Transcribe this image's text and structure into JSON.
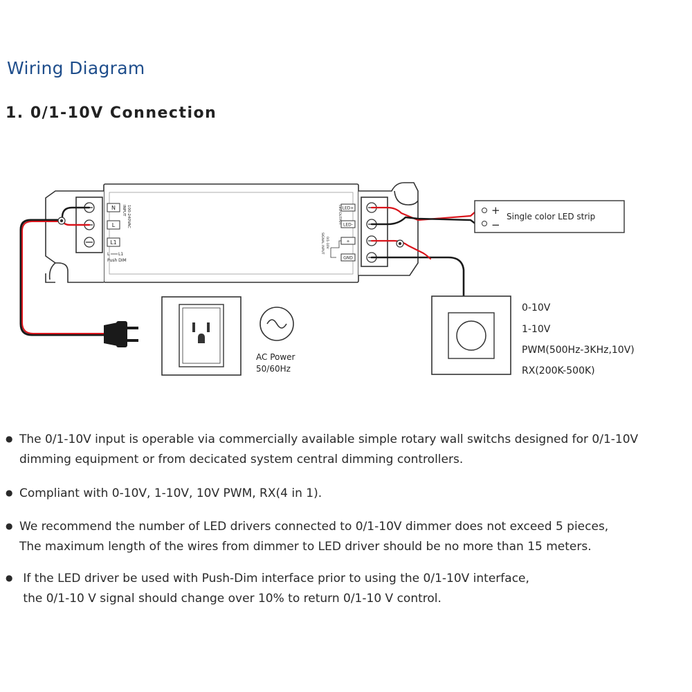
{
  "header": {
    "title": "Wiring Diagram",
    "subtitle": "1. 0/1-10V Connection"
  },
  "driver": {
    "terminals_left": [
      "N",
      "L",
      "L1"
    ],
    "input_label": "INPUT",
    "input_voltage": "100-240VAC",
    "push_dim_symbol": "L",
    "push_dim_symbol_end": "L1",
    "push_dim_label": "Push DIM",
    "output_label": "LED OUTPUT",
    "output_terminals": [
      "LED+",
      "LED-"
    ],
    "signal_label": "SIGNAL INPUT",
    "signal_range": "0/1-10V",
    "signal_terminals": [
      "+",
      "GND"
    ]
  },
  "led_strip": {
    "label": "Single color LED strip",
    "plus": "+",
    "minus": "−"
  },
  "ac_power": {
    "label_line1": "AC Power",
    "label_line2": "50/60Hz"
  },
  "dimmer_modes": [
    "0-10V",
    "1-10V",
    "PWM(500Hz-3KHz,10V)",
    "RX(200K-500K)"
  ],
  "notes": [
    {
      "line1": "The 0/1-10V input is operable via commercially available simple rotary wall switchs designed for 0/1-10V",
      "line2": "dimming equipment or from decicated system central dimming controllers."
    },
    {
      "line1": "Compliant with 0-10V, 1-10V, 10V PWM, RX(4 in 1).",
      "line2": ""
    },
    {
      "line1": "We recommend the number of LED drivers connected to 0/1-10V dimmer does not exceed 5 pieces,",
      "line2": "The maximum length of the wires from dimmer to LED driver should be no more than 15 meters."
    },
    {
      "line1": " If the LED driver be used with Push-Dim interface prior to using the 0/1-10V interface,",
      "line2": " the 0/1-10 V signal should change over 10% to return 0/1-10 V control."
    }
  ],
  "colors": {
    "title": "#1f4e8c",
    "wire_red": "#d9141b",
    "wire_black": "#1a1a1a",
    "outline": "#333333"
  }
}
